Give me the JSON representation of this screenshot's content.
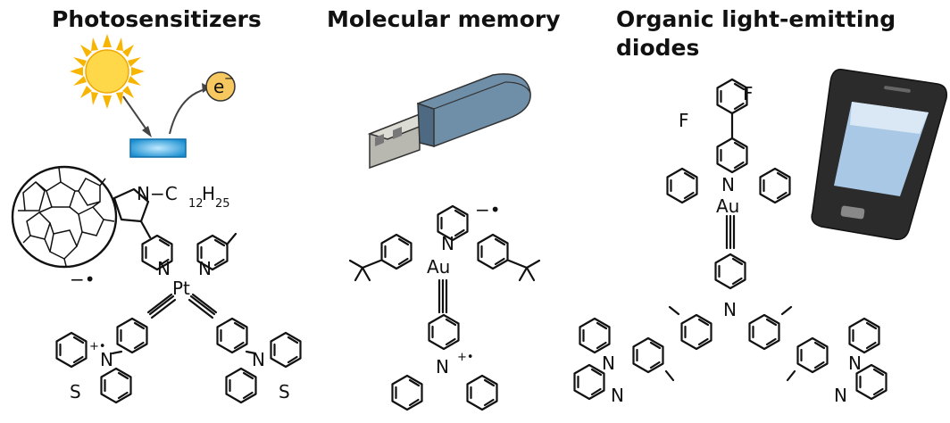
{
  "panels": [
    {
      "title": "Photosensitizers"
    },
    {
      "title": "Molecular memory"
    },
    {
      "title": "Organic light-emitting diodes"
    }
  ],
  "labels": {
    "electron": "e",
    "electron_sup": "−",
    "photo_n_chain": "N−C",
    "photo_n_sub1": "12",
    "photo_h": "H",
    "photo_n_sub2": "25",
    "radical_anion": "−•",
    "radical_cation": "+•",
    "platinum": "Pt",
    "gold": "Au",
    "nitrogen": "N",
    "sulfur": "S",
    "fluorine": "F"
  },
  "colors": {
    "sun": "#f7b500",
    "sun_core": "#ffd84a",
    "electron_fill": "#f6c85f",
    "usb_body": "#5f7f99",
    "usb_plug": "#c9c9c1",
    "phone_body": "#2b2b2b",
    "phone_screen": "#a9c8e6",
    "cell": "#2aa6de"
  }
}
